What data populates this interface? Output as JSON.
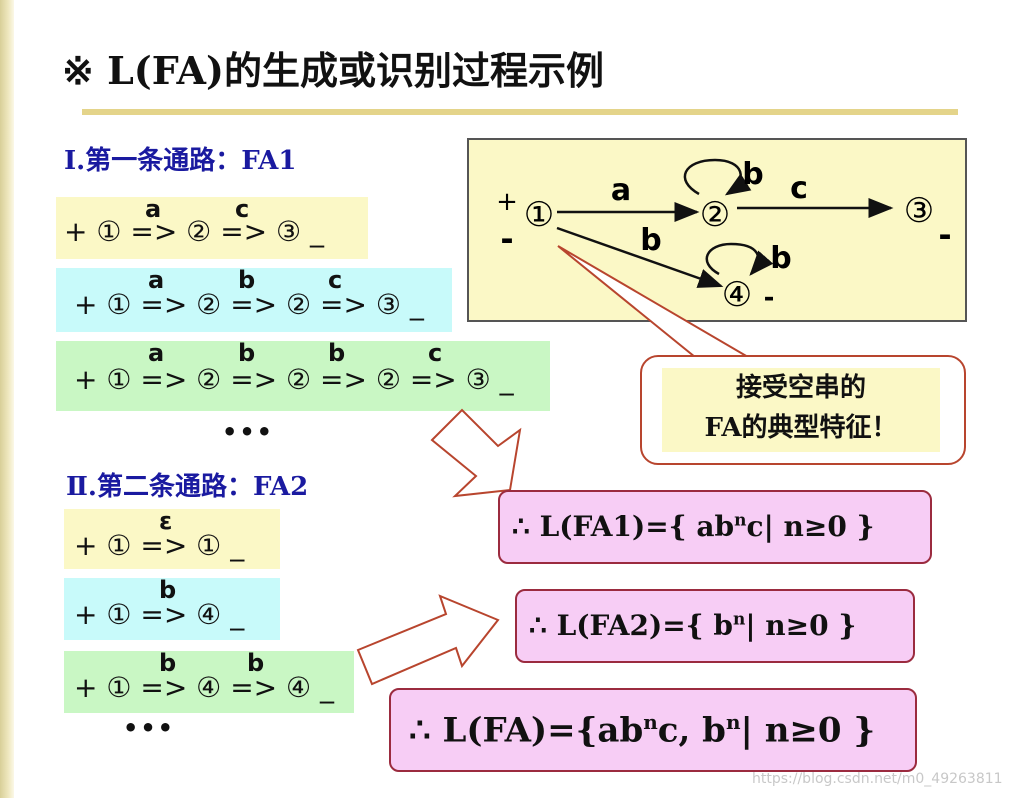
{
  "title": "※ L(FA)的生成或识别过程示例",
  "section1": {
    "heading": "Ⅰ.第一条通路：FA1",
    "rows": [
      {
        "seq": "+ ① => ② => ③ _",
        "labels": [
          "a",
          "c"
        ]
      },
      {
        "seq": "+ ① => ② => ② => ③ _",
        "labels": [
          "a",
          "b",
          "c"
        ]
      },
      {
        "seq": "+ ① => ② => ② => ②  => ③ _",
        "labels": [
          "a",
          "b",
          "b",
          "c"
        ]
      }
    ],
    "ellipsis": "•••"
  },
  "section2": {
    "heading": "Ⅱ.第二条通路：FA2",
    "rows": [
      {
        "seq": "+ ①  => ① _",
        "labels": [
          "ε"
        ]
      },
      {
        "seq": "+ ①  => ④ _",
        "labels": [
          "b"
        ]
      },
      {
        "seq": "+ ①  => ④ => ④ _",
        "labels": [
          "b",
          "b"
        ]
      }
    ],
    "ellipsis": "•••"
  },
  "diagram": {
    "states": [
      {
        "label": "①",
        "marks": [
          "+",
          "-"
        ]
      },
      {
        "label": "②",
        "marks": []
      },
      {
        "label": "③",
        "marks": [
          "-"
        ]
      },
      {
        "label": "④",
        "marks": [
          "-"
        ]
      }
    ],
    "edges": [
      {
        "from": "①",
        "to": "②",
        "label": "a"
      },
      {
        "from": "②",
        "to": "②",
        "label": "b"
      },
      {
        "from": "②",
        "to": "③",
        "label": "c"
      },
      {
        "from": "①",
        "to": "④",
        "label": "b"
      },
      {
        "from": "④",
        "to": "④",
        "label": "b"
      }
    ]
  },
  "callout": {
    "line1": "接受空串的",
    "line2": "FA的典型特征！"
  },
  "results": {
    "fa1": {
      "prefix": "∴ L(FA1)={ ab",
      "sup": "n",
      "suffix": "c| n≥0 }"
    },
    "fa2": {
      "prefix": "∴ L(FA2)={ b",
      "sup": "n",
      "suffix": "| n≥0 }"
    },
    "fa": {
      "prefix": "∴ L(FA)={ab",
      "sup1": "n",
      "mid": "c, b",
      "sup2": "n",
      "suffix": "| n≥0 }"
    }
  },
  "watermark": "https://blog.csdn.net/m0_49263811",
  "colors": {
    "yellow_box": "#fbf8c6",
    "cyan_box": "#c8fafa",
    "green_box": "#c9f7c4",
    "result_box": "#f7cdf5",
    "heading_blue": "#1a1aa0",
    "callout_border": "#b8452e"
  }
}
